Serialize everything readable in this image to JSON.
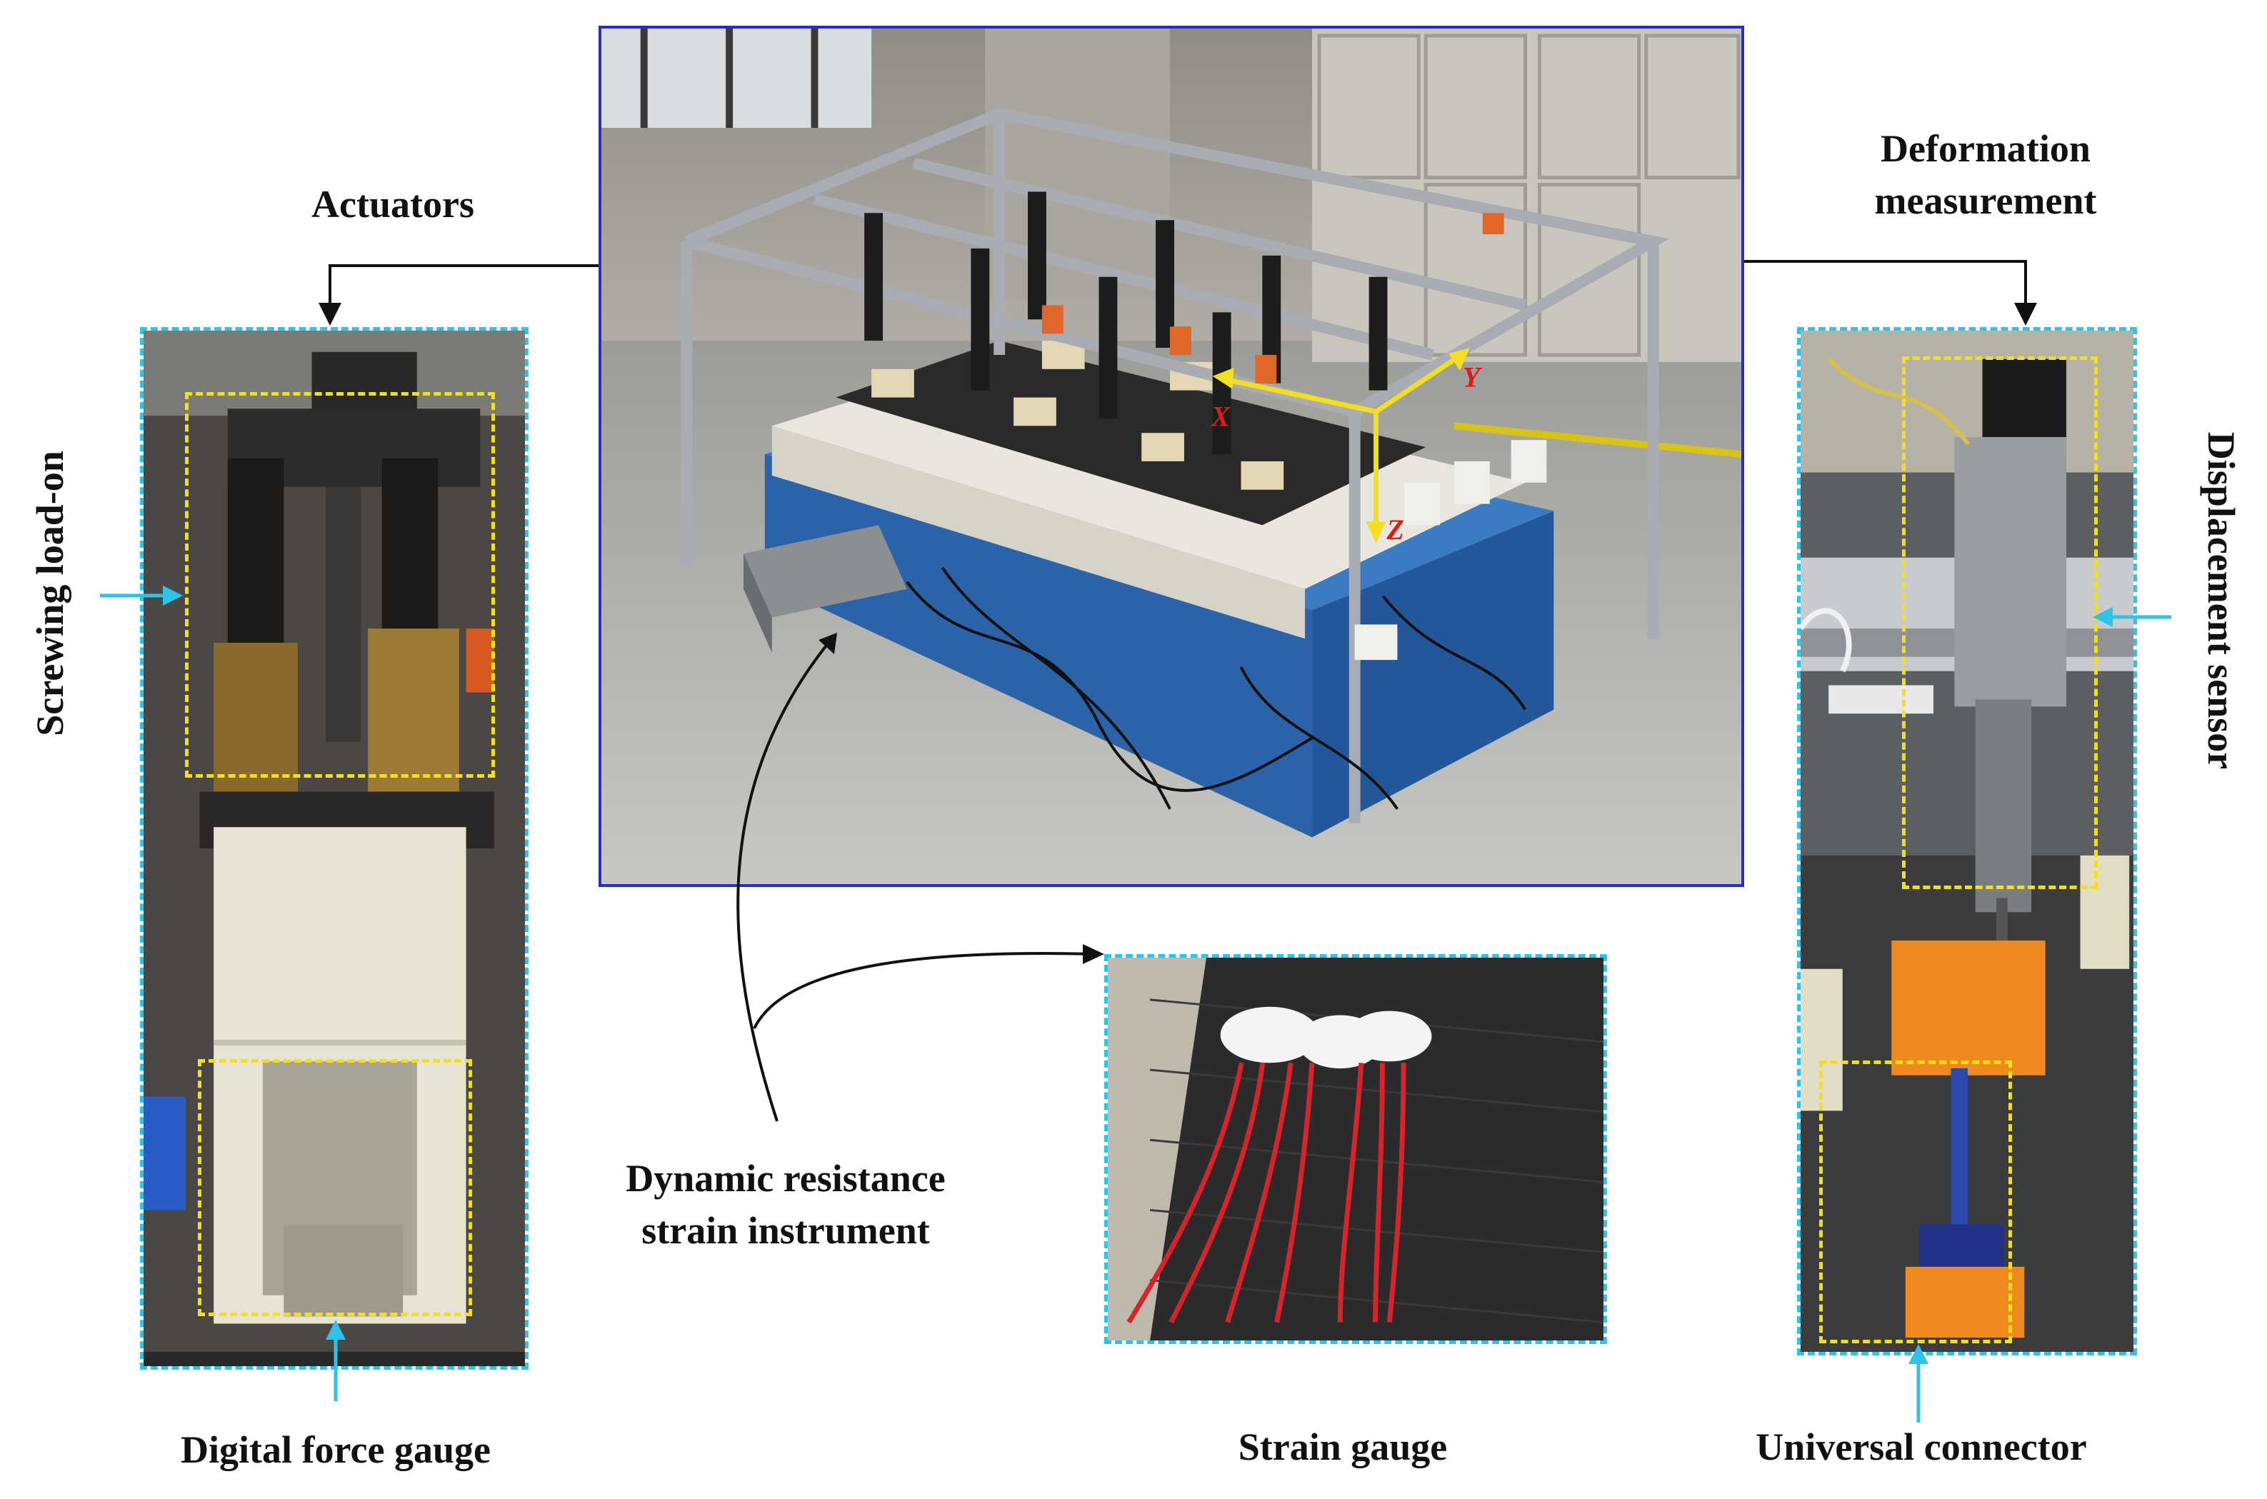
{
  "labels": {
    "actuators": "Actuators",
    "deformation_line1": "Deformation",
    "deformation_line2": "measurement",
    "screwing": "Screwing  load-on",
    "digital_force_gauge": "Digital force gauge",
    "dynamic_line1": "Dynamic resistance",
    "dynamic_line2": "strain instrument",
    "strain_gauge": "Strain gauge",
    "displacement_sensor": "Displacement sensor",
    "universal_connector": "Universal connector"
  },
  "axes": {
    "x": "X",
    "y": "Y",
    "z": "Z"
  },
  "colors": {
    "main_frame": "#2b2fb8",
    "dashed_frame": "#2ec4ea",
    "highlight_box": "#f2e020",
    "pointer_arrow": "#2ec4ea",
    "axis_arrow": "#f2e020",
    "axis_letter": "#e01a1a"
  }
}
